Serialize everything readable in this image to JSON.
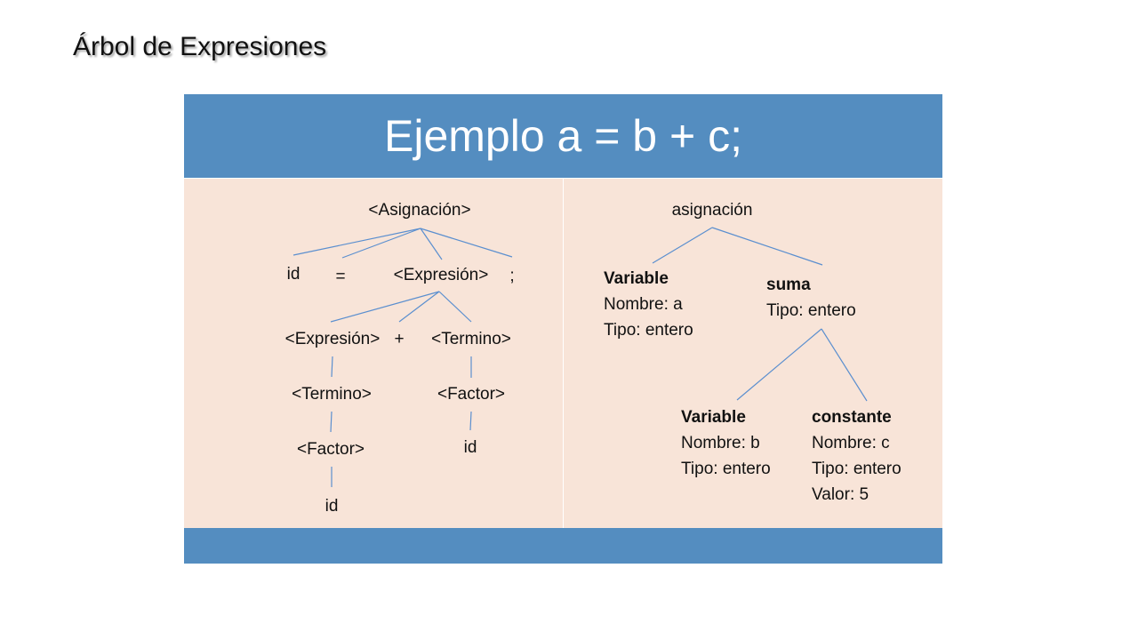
{
  "slide_title": "Árbol de Expresiones",
  "card_title": "Ejemplo a = b + c;",
  "colors": {
    "header": "#548dc0",
    "panel": "#f8e4d8",
    "line": "#5b8fcf"
  },
  "parse_tree": {
    "root": "<Asignación>",
    "id1": "id",
    "equals": "=",
    "expr": "<Expresión>",
    "semicolon": ";",
    "expr2": "<Expresión>",
    "plus": "+",
    "term_right": "<Termino>",
    "term_left": "<Termino>",
    "factor_right": "<Factor>",
    "factor_left": "<Factor>",
    "id_right": "id",
    "id_left": "id"
  },
  "syntax_tree": {
    "root": "asignación",
    "var_a": {
      "title": "Variable",
      "name": "Nombre: a",
      "type": "Tipo: entero"
    },
    "suma": {
      "title": "suma",
      "type": "Tipo: entero"
    },
    "var_b": {
      "title": "Variable",
      "name": "Nombre: b",
      "type": "Tipo: entero"
    },
    "const_c": {
      "title": "constante",
      "name": "Nombre: c",
      "type": "Tipo: entero",
      "value": "Valor: 5"
    }
  }
}
